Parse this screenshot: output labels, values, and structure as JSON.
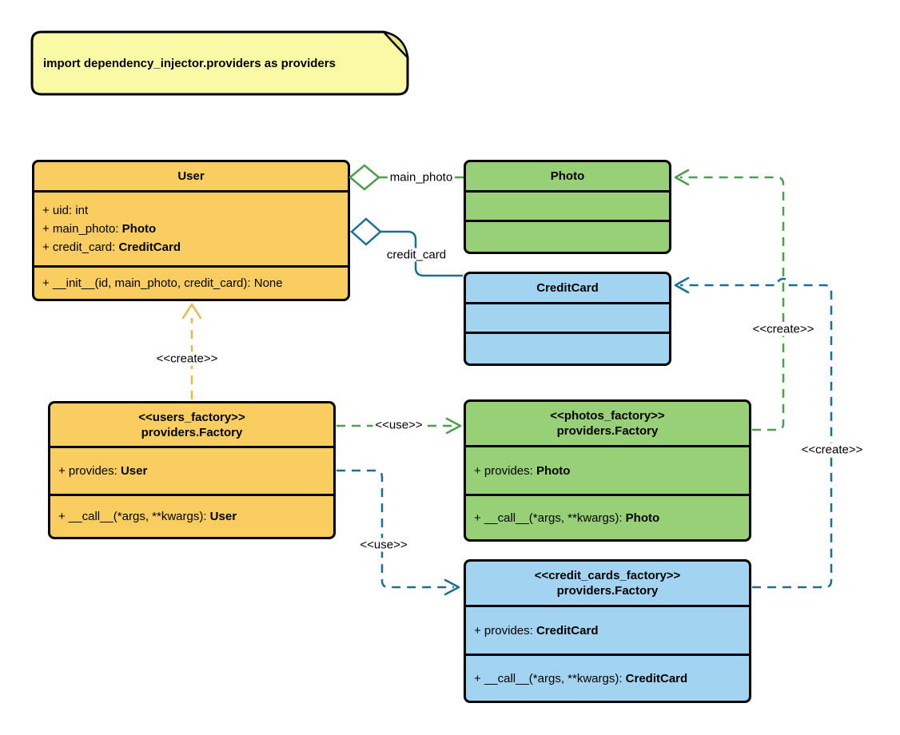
{
  "colors": {
    "yellow_fill": "#FACD60",
    "green_fill": "#97D077",
    "blue_fill": "#A2D4F2",
    "note_fill": "#FAF9A6",
    "note_fold": "#E9E68C",
    "edge_green": "#4F9E4F",
    "edge_blue": "#1C6F93",
    "edge_gold": "#E8B84B"
  },
  "note": {
    "text": "import dependency_injector.providers as providers"
  },
  "classes": {
    "user": {
      "title": "User",
      "attributes": [
        {
          "text": "+ uid: int",
          "type": ""
        },
        {
          "text": "+ main_photo: ",
          "type": "Photo"
        },
        {
          "text": "+ credit_card: ",
          "type": "CreditCard"
        }
      ],
      "methods": [
        {
          "text": "+ __init__(id, main_photo, credit_card): None",
          "type": ""
        }
      ]
    },
    "photo": {
      "title": "Photo"
    },
    "credit_card": {
      "title": "CreditCard"
    },
    "users_factory": {
      "stereotype": "<<users_factory>>",
      "title": "providers.Factory",
      "attributes": [
        {
          "text": "+ provides: ",
          "type": "User"
        }
      ],
      "methods": [
        {
          "text": "+ __call__(*args, **kwargs): ",
          "type": "User"
        }
      ]
    },
    "photos_factory": {
      "stereotype": "<<photos_factory>>",
      "title": "providers.Factory",
      "attributes": [
        {
          "text": "+ provides: ",
          "type": "Photo"
        }
      ],
      "methods": [
        {
          "text": "+ __call__(*args, **kwargs): ",
          "type": "Photo"
        }
      ]
    },
    "credit_cards_factory": {
      "stereotype": "<<credit_cards_factory>>",
      "title": "providers.Factory",
      "attributes": [
        {
          "text": "+ provides: ",
          "type": "CreditCard"
        }
      ],
      "methods": [
        {
          "text": "+ __call__(*args, **kwargs): ",
          "type": "CreditCard"
        }
      ]
    }
  },
  "edges": {
    "main_photo": {
      "label": "main_photo",
      "kind": "aggregation",
      "from": "User",
      "to": "Photo"
    },
    "credit_card": {
      "label": "credit_card",
      "kind": "aggregation",
      "from": "User",
      "to": "CreditCard"
    },
    "user_create": {
      "label": "<<create>>",
      "kind": "dependency",
      "from": "users_factory",
      "to": "User"
    },
    "photos_use": {
      "label": "<<use>>",
      "kind": "dependency",
      "from": "users_factory",
      "to": "photos_factory"
    },
    "credit_cards_use": {
      "label": "<<use>>",
      "kind": "dependency",
      "from": "users_factory",
      "to": "credit_cards_factory"
    },
    "photo_create": {
      "label": "<<create>>",
      "kind": "dependency",
      "from": "photos_factory",
      "to": "Photo"
    },
    "credit_card_create": {
      "label": "<<create>>",
      "kind": "dependency",
      "from": "credit_cards_factory",
      "to": "CreditCard"
    }
  }
}
